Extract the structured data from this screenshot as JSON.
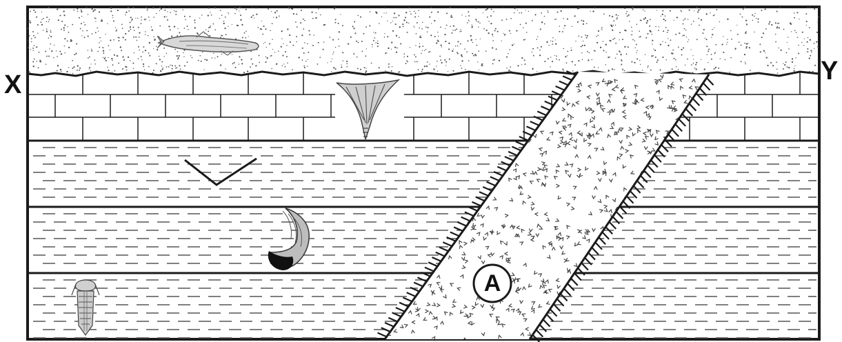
{
  "labels": {
    "left_edge": "X",
    "right_edge": "Y",
    "intrusion": "A"
  },
  "layers": [
    {
      "id": "top-sediment",
      "pattern": "dotted-sand"
    },
    {
      "id": "limestone",
      "pattern": "brick"
    },
    {
      "id": "shale-1",
      "pattern": "dashed"
    },
    {
      "id": "shale-2",
      "pattern": "dashed"
    },
    {
      "id": "shale-3",
      "pattern": "dashed"
    }
  ],
  "fossils": [
    {
      "name": "fish-fossil-icon",
      "layer": "top-sediment"
    },
    {
      "name": "crinoid-fossil-icon",
      "layer": "limestone"
    },
    {
      "name": "brachiopod-fossil-icon",
      "layer": "shale-1"
    },
    {
      "name": "horn-coral-fossil-icon",
      "layer": "shale-2"
    },
    {
      "name": "trilobite-fossil-icon",
      "layer": "shale-3"
    }
  ],
  "features": {
    "intrusion_pattern": "igneous-v",
    "contact_metamorphism": "hatched-border",
    "unconformity": "wavy-line"
  },
  "colors": {
    "line": "#1a1a1a",
    "background": "#ffffff"
  }
}
